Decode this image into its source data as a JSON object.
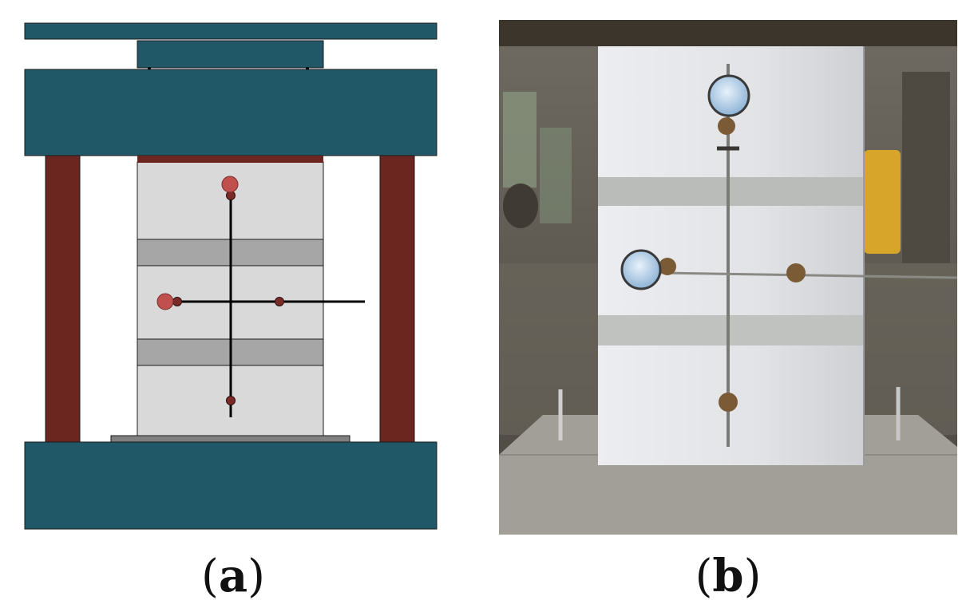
{
  "panels": [
    {
      "id": "a",
      "open": "(",
      "letter": "a",
      "close": ")"
    },
    {
      "id": "b",
      "open": "(",
      "letter": "b",
      "close": ")"
    }
  ],
  "colors": {
    "press_plate": "#215868",
    "side_column": "#6b2620",
    "specimen_concrete": "#d9d9d9",
    "mortar_band": "#a6a6a6",
    "base_plate": "#808080",
    "dial_gauge": "#c0504d",
    "gauge_point": "#7a2b28",
    "measuring_rod": "#000000",
    "photo_background": "#5e5a52",
    "photo_specimen": "#e4e4e6",
    "photo_pedestal": "#a09d97"
  },
  "icons": {
    "dial_gauge": "dial-gauge-icon",
    "gauge_point": "gauge-point-icon"
  }
}
